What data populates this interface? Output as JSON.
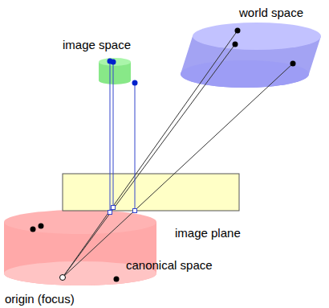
{
  "diagram": {
    "labels": [
      "world space",
      "image space",
      "image plane",
      "canonical space",
      "origin (focus)"
    ]
  }
}
